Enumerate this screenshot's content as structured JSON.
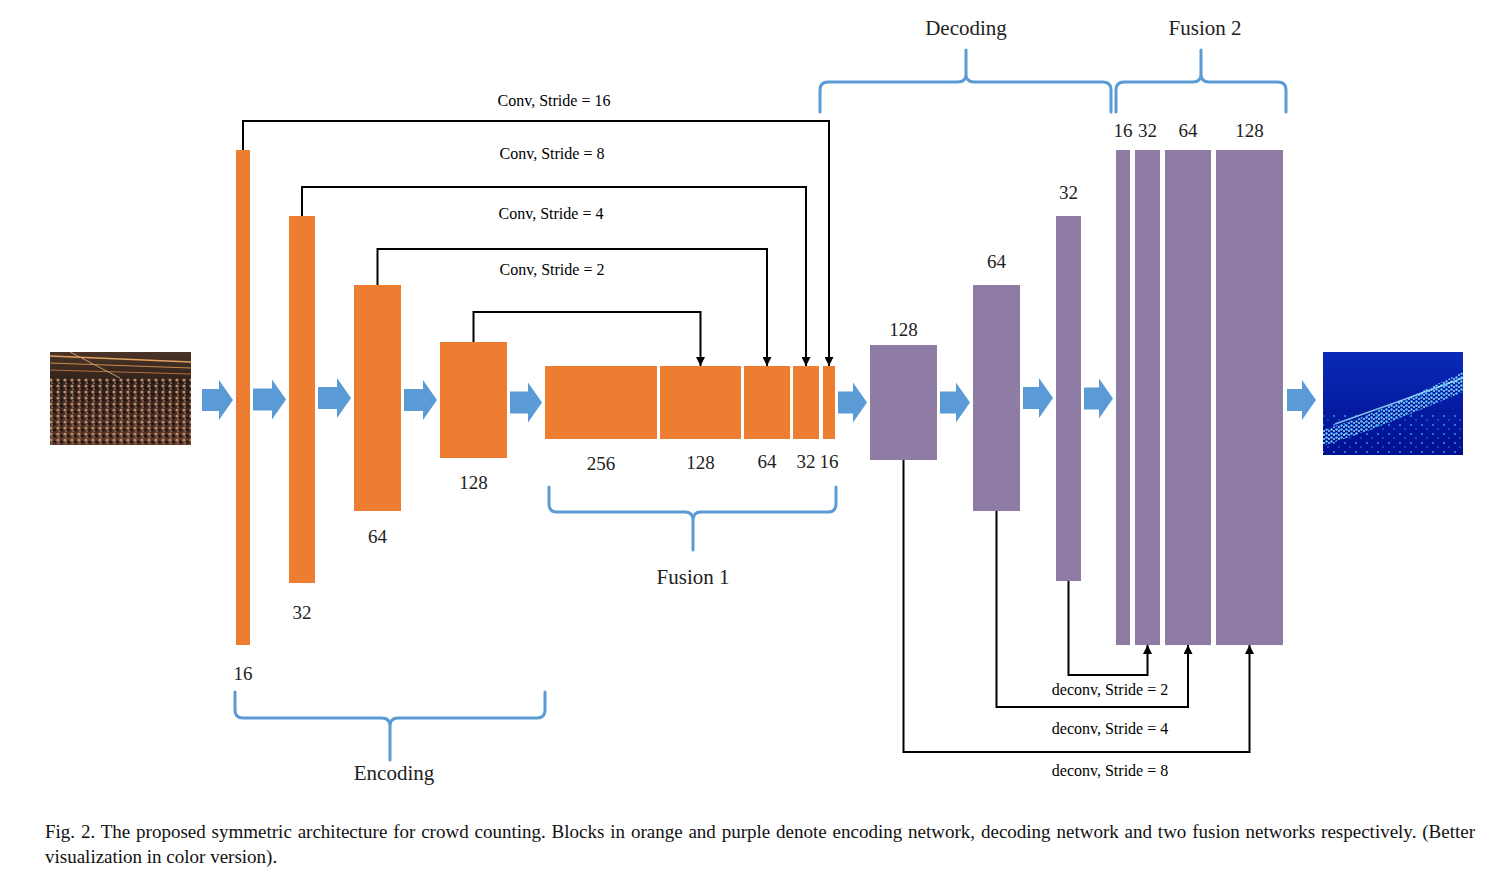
{
  "diagram": {
    "caption": "Fig. 2. The proposed symmetric architecture for crowd counting. Blocks in orange and purple denote encoding network, decoding network and two fusion networks respectively. (Better visualization in color version).",
    "nodes": [
      {
        "text": [
          "16"
        ]
      },
      {
        "text": [
          "32"
        ]
      },
      {
        "text": [
          "64"
        ]
      },
      {
        "text": [
          "128"
        ]
      },
      {
        "text": [
          "256"
        ]
      },
      {
        "text": [
          "128"
        ]
      },
      {
        "text": [
          "64"
        ]
      },
      {
        "text": [
          "32"
        ]
      },
      {
        "text": [
          "16"
        ]
      },
      {
        "text": [
          "128"
        ]
      },
      {
        "text": [
          "64"
        ]
      },
      {
        "text": [
          "32"
        ]
      },
      {
        "text": [
          "16"
        ]
      },
      {
        "text": [
          "32"
        ]
      },
      {
        "text": [
          "64"
        ]
      },
      {
        "text": [
          "128"
        ]
      }
    ],
    "edges": [
      {
        "from": 0,
        "to": 1,
        "arrow": "to"
      },
      {
        "from": 1,
        "to": 2,
        "arrow": "to"
      },
      {
        "from": 2,
        "to": 3,
        "arrow": "to"
      },
      {
        "from": 3,
        "to": 4,
        "arrow": "to"
      },
      {
        "from": 8,
        "to": 9,
        "arrow": "to"
      },
      {
        "from": 9,
        "to": 10,
        "arrow": "to"
      },
      {
        "from": 10,
        "to": 11,
        "arrow": "to"
      },
      {
        "from": 11,
        "to": 12,
        "arrow": "to"
      },
      {
        "from": 0,
        "to": 8,
        "label": "Conv, Stride = 16",
        "arrow": "to"
      },
      {
        "from": 1,
        "to": 7,
        "label": "Conv, Stride = 8",
        "arrow": "to"
      },
      {
        "from": 2,
        "to": 6,
        "label": "Conv, Stride = 4",
        "arrow": "to"
      },
      {
        "from": 3,
        "to": 5,
        "label": "Conv, Stride = 2",
        "arrow": "to"
      },
      {
        "from": 11,
        "to": 13,
        "label": "deconv, Stride = 2",
        "arrow": "to"
      },
      {
        "from": 10,
        "to": 14,
        "label": "deconv, Stride = 4",
        "arrow": "to"
      },
      {
        "from": 9,
        "to": 15,
        "label": "deconv, Stride = 8",
        "arrow": "to"
      }
    ],
    "labels": [
      "Encoding",
      "Fusion 1",
      "Decoding",
      "Fusion 2"
    ]
  }
}
